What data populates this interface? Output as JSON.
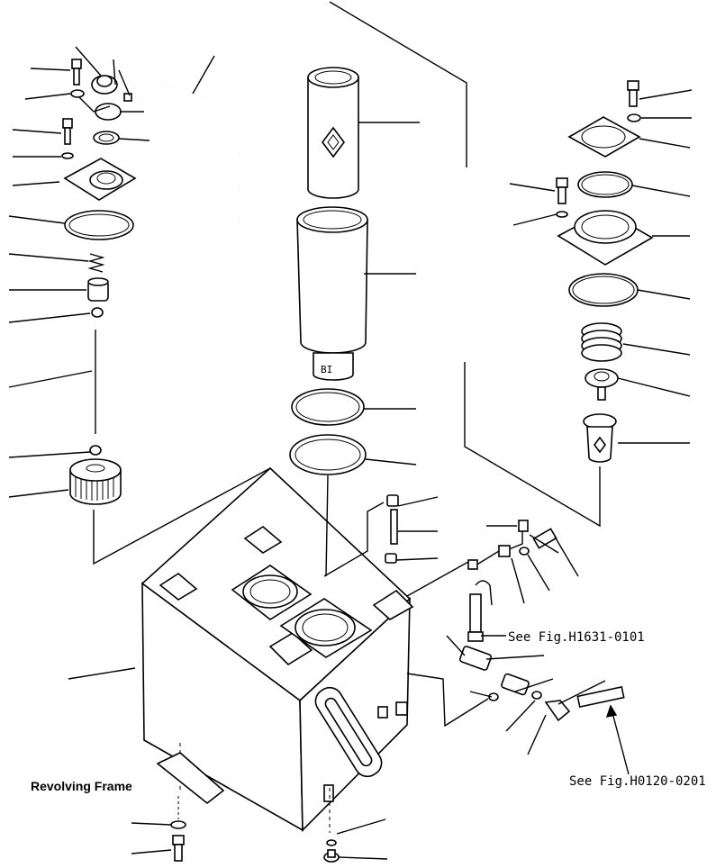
{
  "labels": {
    "ref_h1631": "See Fig.H1631-0101",
    "ref_h0120": "See Fig.H0120-0201",
    "revolving_frame": "Revolving Frame"
  }
}
